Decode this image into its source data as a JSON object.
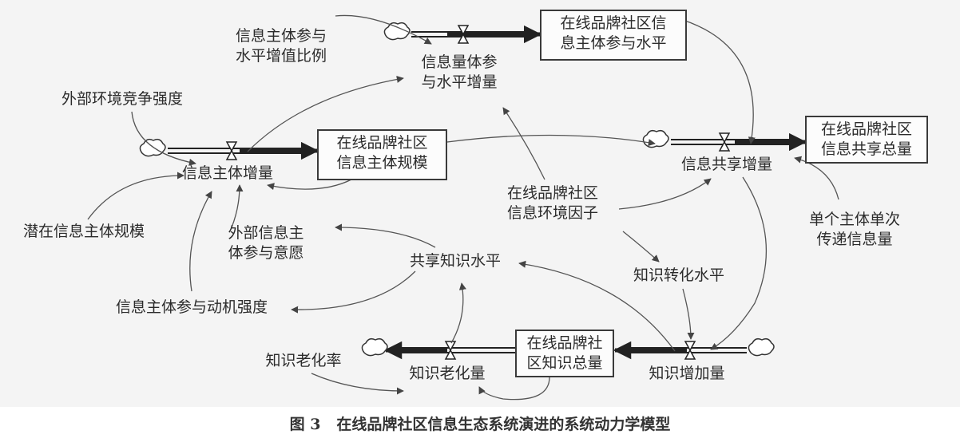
{
  "diagram": {
    "stocks": {
      "participation_level": "在线品牌社区信\n息主体参与水平",
      "subject_scale": "在线品牌社区\n信息主体规模",
      "share_total": "在线品牌社区\n信息共享总量",
      "knowledge_total": "在线品牌社\n区知识总量"
    },
    "flows": {
      "participation_increment": "信息量体参\n与水平增量",
      "subject_increment": "信息主体增量",
      "share_increment": "信息共享增量",
      "knowledge_aging": "知识老化量",
      "knowledge_increment": "知识增加量"
    },
    "variables": {
      "participation_value_ratio": "信息主体参与\n水平增值比例",
      "external_competition": "外部环境竞争强度",
      "potential_scale": "潜在信息主体规模",
      "external_willingness": "外部信息主\n体参与意愿",
      "motivation_strength": "信息主体参与动机强度",
      "environment_factor": "在线品牌社区\n信息环境因子",
      "shared_knowledge": "共享知识水平",
      "conversion_level": "知识转化水平",
      "single_transfer": "单个主体单次\n传递信息量",
      "aging_rate": "知识老化率"
    }
  },
  "caption": {
    "figure_no": "图 3",
    "title": "在线品牌社区信息生态系统演进的系统动力学模型"
  }
}
